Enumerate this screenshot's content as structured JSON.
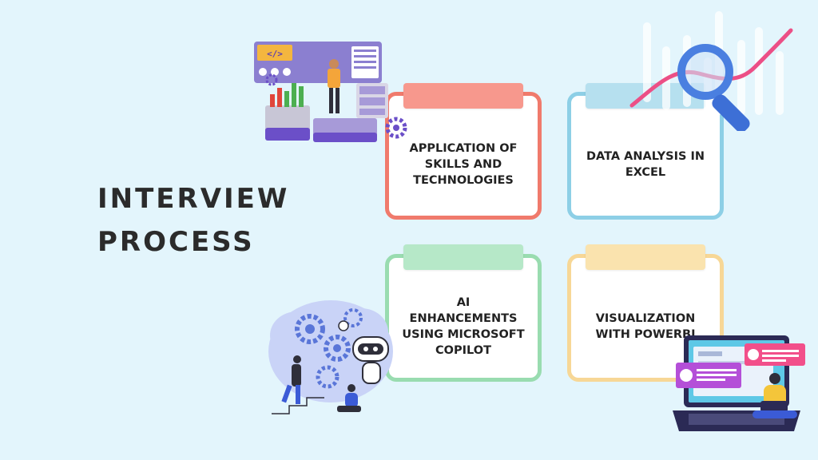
{
  "title": {
    "line1": "INTERVIEW",
    "line2": "PROCESS"
  },
  "cards": [
    {
      "text": "APPLICATION OF SKILLS AND TECHNOLOGIES",
      "border": "#f07a6c",
      "tab": "#f7988d"
    },
    {
      "text": "DATA ANALYSIS IN EXCEL",
      "border": "#8dcfe6",
      "tab": "#b6e0ef"
    },
    {
      "text": "AI ENHANCEMENTS USING MICROSOFT COPILOT",
      "border": "#99dcb0",
      "tab": "#b6e8c8"
    },
    {
      "text": "VISUALIZATION WITH POWERBI",
      "border": "#f7d796",
      "tab": "#fae3ae"
    }
  ],
  "illustrations": {
    "top_left": "dashboard-code-illustration",
    "top_right": "magnifier-analytics-illustration",
    "bottom_left": "ai-robot-brain-illustration",
    "bottom_right": "laptop-chat-illustration"
  },
  "code_snippet_icon": "</>"
}
